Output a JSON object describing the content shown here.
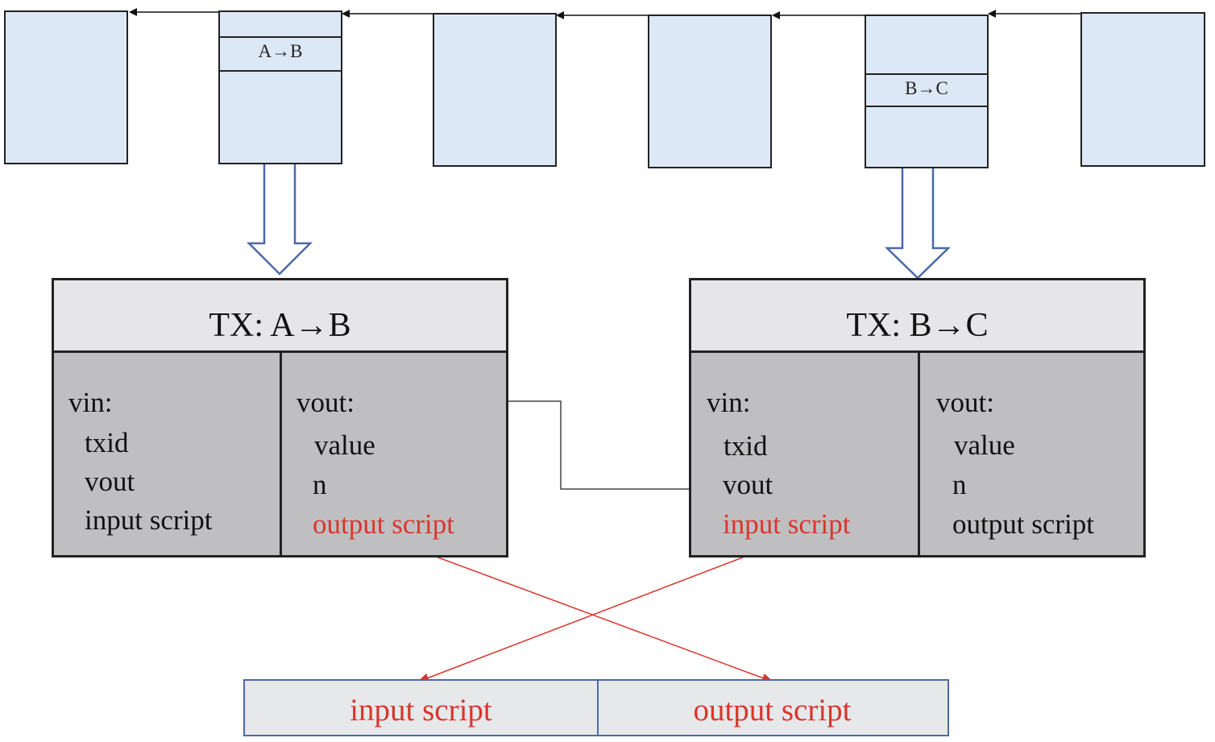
{
  "blocks": [
    {
      "label": ""
    },
    {
      "label": "A→B"
    },
    {
      "label": ""
    },
    {
      "label": ""
    },
    {
      "label": "B→C"
    },
    {
      "label": ""
    }
  ],
  "tx_ab": {
    "title": "TX: A→B",
    "vin_label": "vin:",
    "vin_fields": [
      "txid",
      "vout",
      "input script"
    ],
    "vout_label": "vout:",
    "vout_fields": [
      "value",
      "n",
      "output script"
    ]
  },
  "tx_bc": {
    "title": "TX: B→C",
    "vin_label": "vin:",
    "vin_fields": [
      "txid",
      "vout",
      "input script"
    ],
    "vout_label": "vout:",
    "vout_fields": [
      "value",
      "n",
      "output script"
    ]
  },
  "combined": {
    "left": "input script",
    "right": "output script"
  },
  "colors": {
    "block_fill": "#dde8f6",
    "tx_header": "#e6e6e8",
    "tx_body": "#bfbfc1",
    "highlight": "#d9352c",
    "arrow_outline": "#4a6aa6"
  }
}
